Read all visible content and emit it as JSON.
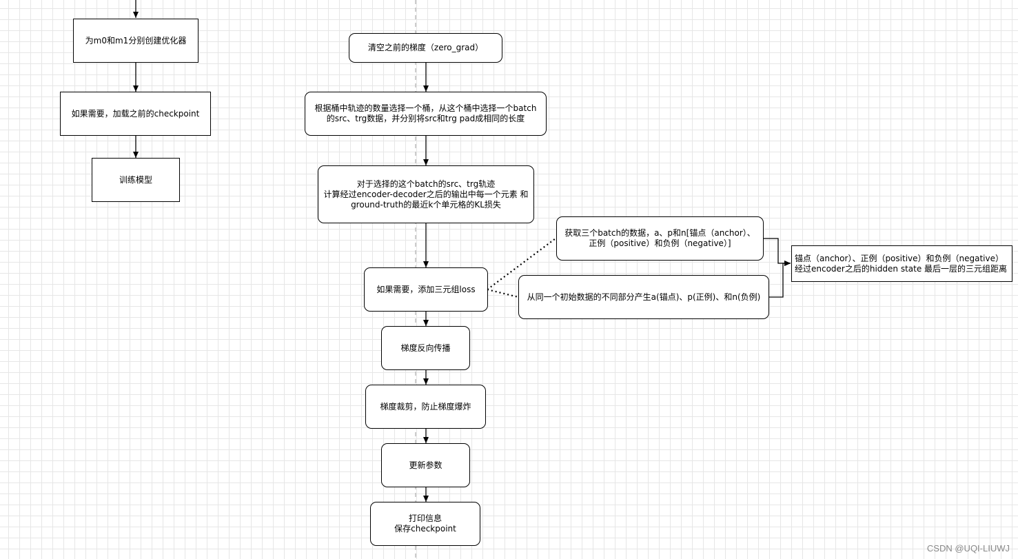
{
  "nodes": {
    "create_optimizers": "为m0和m1分别创建优化器",
    "load_checkpoint": "如果需要，加载之前的checkpoint",
    "train_model": "训练模型",
    "zero_grad": "清空之前的梯度（zero_grad）",
    "select_bucket": "根据桶中轨迹的数量选择一个桶，从这个桶中选择一个batch\n的src、trg数据，并分别将src和trg pad成相同的长度",
    "kl_loss": "对于选择的这个batch的src、trg轨迹\n计算经过encoder-decoder之后的输出中每一个元素 和\nground-truth的最近k个单元格的KL损失",
    "triplet_loss": "如果需要，添加三元组loss",
    "backward": "梯度反向传播",
    "clip_grad": "梯度裁剪，防止梯度爆炸",
    "update_params": "更新参数",
    "print_save": "打印信息\n保存checkpoint",
    "get_triplet_batch": "获取三个batch的数据，a、p和n[锚点（anchor）、\n正例（positive）和负例（negative）]",
    "generate_apn": "从同一个初始数据的不同部分产生a(锚点)、p(正例)、和n(负例)",
    "triplet_distance": "锚点（anchor）、正例（positive）和负例（negative）\n经过encoder之后的hidden state 最后一层的三元组距离"
  },
  "watermark": "CSDN @UQI-LIUWJ"
}
